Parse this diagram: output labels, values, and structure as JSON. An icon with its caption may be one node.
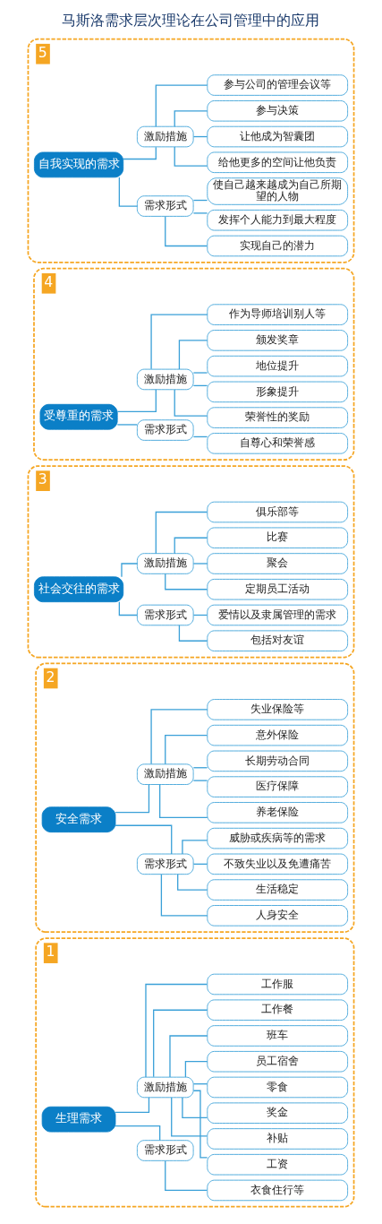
{
  "diagram": {
    "title": "马斯洛需求层次理论在公司管理中的应用",
    "nodes": [
      {
        "text": [
          "1"
        ]
      },
      {
        "text": [
          "生理需求"
        ],
        "in": 0
      },
      {
        "text": [
          "需求形式"
        ],
        "in": 0
      },
      {
        "text": [
          "衣食住行等"
        ],
        "in": 0
      },
      {
        "text": [
          "激励措施"
        ],
        "in": 0
      },
      {
        "text": [
          "工资"
        ],
        "in": 0
      },
      {
        "text": [
          "补贴"
        ],
        "in": 0
      },
      {
        "text": [
          "奖金"
        ],
        "in": 0
      },
      {
        "text": [
          "零食"
        ],
        "in": 0
      },
      {
        "text": [
          "员工宿舍"
        ],
        "in": 0
      },
      {
        "text": [
          "班车"
        ],
        "in": 0
      },
      {
        "text": [
          "工作餐"
        ],
        "in": 0
      },
      {
        "text": [
          "工作服"
        ],
        "in": 0
      },
      {
        "text": [
          "2"
        ]
      },
      {
        "text": [
          "安全需求"
        ],
        "in": 13
      },
      {
        "text": [
          "需求形式"
        ],
        "in": 13
      },
      {
        "text": [
          "人身安全"
        ],
        "in": 13
      },
      {
        "text": [
          "生活稳定"
        ],
        "in": 13
      },
      {
        "text": [
          "不致失业以及免遭痛苦"
        ],
        "in": 13
      },
      {
        "text": [
          "威胁或疾病等的需求"
        ],
        "in": 13
      },
      {
        "text": [
          "激励措施"
        ],
        "in": 13
      },
      {
        "text": [
          "养老保险"
        ],
        "in": 13
      },
      {
        "text": [
          "医疗保障"
        ],
        "in": 13
      },
      {
        "text": [
          "长期劳动合同"
        ],
        "in": 13
      },
      {
        "text": [
          "意外保险"
        ],
        "in": 13
      },
      {
        "text": [
          "失业保险等"
        ],
        "in": 13
      },
      {
        "text": [
          "3"
        ]
      },
      {
        "text": [
          "社会交往的需求"
        ],
        "in": 26
      },
      {
        "text": [
          "需求形式"
        ],
        "in": 26
      },
      {
        "text": [
          "包括对友谊"
        ],
        "in": 26
      },
      {
        "text": [
          "爱情以及隶属管理的需求"
        ],
        "in": 26
      },
      {
        "text": [
          "激励措施"
        ],
        "in": 26
      },
      {
        "text": [
          "定期员工活动"
        ],
        "in": 26
      },
      {
        "text": [
          "聚会"
        ],
        "in": 26
      },
      {
        "text": [
          "比赛"
        ],
        "in": 26
      },
      {
        "text": [
          "俱乐部等"
        ],
        "in": 26
      },
      {
        "text": [
          "4"
        ]
      },
      {
        "text": [
          "受尊重的需求"
        ],
        "in": 36
      },
      {
        "text": [
          "需求形式"
        ],
        "in": 36
      },
      {
        "text": [
          "自尊心和荣誉感"
        ],
        "in": 36
      },
      {
        "text": [
          "激励措施"
        ],
        "in": 36
      },
      {
        "text": [
          "荣誉性的奖励"
        ],
        "in": 36
      },
      {
        "text": [
          "形象提升"
        ],
        "in": 36
      },
      {
        "text": [
          "地位提升"
        ],
        "in": 36
      },
      {
        "text": [
          "颁发奖章"
        ],
        "in": 36
      },
      {
        "text": [
          "作为导师培训别人等"
        ],
        "in": 36
      },
      {
        "text": [
          "5"
        ]
      },
      {
        "text": [
          "自我实现的需求"
        ],
        "in": 46
      },
      {
        "text": [
          "需求形式"
        ],
        "in": 46
      },
      {
        "text": [
          "实现自己的潜力"
        ],
        "in": 46
      },
      {
        "text": [
          "发挥个人能力到最大程度"
        ],
        "in": 46
      },
      {
        "text": [
          "使自己越来越成为自己所期望的人物"
        ],
        "in": 46
      },
      {
        "text": [
          "激励措施"
        ],
        "in": 46
      },
      {
        "text": [
          "给他更多的空间让他负责"
        ],
        "in": 46
      },
      {
        "text": [
          "让他成为智囊团"
        ],
        "in": 46
      },
      {
        "text": [
          "参与决策"
        ],
        "in": 46
      },
      {
        "text": [
          "参与公司的管理会议等"
        ],
        "in": 46
      }
    ],
    "edges": [
      {
        "from": 1,
        "to": 2,
        "arrow": "none"
      },
      {
        "from": 2,
        "to": 3,
        "arrow": "none"
      },
      {
        "from": 1,
        "to": 4,
        "arrow": "none"
      },
      {
        "from": 4,
        "to": 5,
        "arrow": "none"
      },
      {
        "from": 4,
        "to": 6,
        "arrow": "none"
      },
      {
        "from": 4,
        "to": 7,
        "arrow": "none"
      },
      {
        "from": 4,
        "to": 8,
        "arrow": "none"
      },
      {
        "from": 4,
        "to": 9,
        "arrow": "none"
      },
      {
        "from": 4,
        "to": 10,
        "arrow": "none"
      },
      {
        "from": 4,
        "to": 11,
        "arrow": "none"
      },
      {
        "from": 4,
        "to": 12,
        "arrow": "none"
      },
      {
        "from": 14,
        "to": 15,
        "arrow": "none"
      },
      {
        "from": 15,
        "to": 16,
        "arrow": "none"
      },
      {
        "from": 15,
        "to": 17,
        "arrow": "none"
      },
      {
        "from": 15,
        "to": 18,
        "arrow": "none"
      },
      {
        "from": 15,
        "to": 19,
        "arrow": "none"
      },
      {
        "from": 14,
        "to": 20,
        "arrow": "none"
      },
      {
        "from": 20,
        "to": 21,
        "arrow": "none"
      },
      {
        "from": 20,
        "to": 22,
        "arrow": "none"
      },
      {
        "from": 20,
        "to": 23,
        "arrow": "none"
      },
      {
        "from": 20,
        "to": 24,
        "arrow": "none"
      },
      {
        "from": 20,
        "to": 25,
        "arrow": "none"
      },
      {
        "from": 27,
        "to": 28,
        "arrow": "none"
      },
      {
        "from": 28,
        "to": 29,
        "arrow": "none"
      },
      {
        "from": 28,
        "to": 30,
        "arrow": "none"
      },
      {
        "from": 27,
        "to": 31,
        "arrow": "none"
      },
      {
        "from": 31,
        "to": 32,
        "arrow": "none"
      },
      {
        "from": 31,
        "to": 33,
        "arrow": "none"
      },
      {
        "from": 31,
        "to": 34,
        "arrow": "none"
      },
      {
        "from": 31,
        "to": 35,
        "arrow": "none"
      },
      {
        "from": 37,
        "to": 38,
        "arrow": "none"
      },
      {
        "from": 38,
        "to": 39,
        "arrow": "none"
      },
      {
        "from": 37,
        "to": 40,
        "arrow": "none"
      },
      {
        "from": 40,
        "to": 41,
        "arrow": "none"
      },
      {
        "from": 40,
        "to": 42,
        "arrow": "none"
      },
      {
        "from": 40,
        "to": 43,
        "arrow": "none"
      },
      {
        "from": 40,
        "to": 44,
        "arrow": "none"
      },
      {
        "from": 40,
        "to": 45,
        "arrow": "none"
      },
      {
        "from": 47,
        "to": 48,
        "arrow": "none"
      },
      {
        "from": 48,
        "to": 49,
        "arrow": "none"
      },
      {
        "from": 48,
        "to": 50,
        "arrow": "none"
      },
      {
        "from": 48,
        "to": 51,
        "arrow": "none"
      },
      {
        "from": 47,
        "to": 52,
        "arrow": "none"
      },
      {
        "from": 52,
        "to": 53,
        "arrow": "none"
      },
      {
        "from": 52,
        "to": 54,
        "arrow": "none"
      },
      {
        "from": 52,
        "to": 55,
        "arrow": "none"
      },
      {
        "from": 52,
        "to": 56,
        "arrow": "none"
      }
    ]
  }
}
